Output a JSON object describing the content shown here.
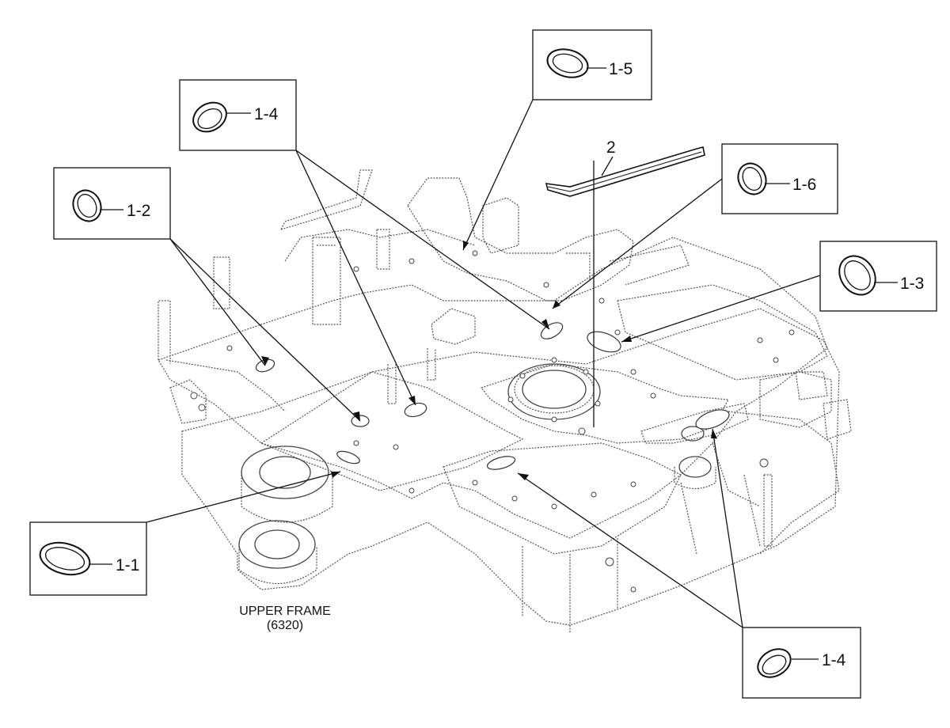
{
  "diagram": {
    "caption_line1": "UPPER FRAME",
    "caption_line2": "(6320)",
    "callouts": [
      {
        "id": "c-1-1",
        "label": "1-1"
      },
      {
        "id": "c-1-2",
        "label": "1-2"
      },
      {
        "id": "c-1-3",
        "label": "1-3"
      },
      {
        "id": "c-1-4-top",
        "label": "1-4"
      },
      {
        "id": "c-1-4-bottom",
        "label": "1-4"
      },
      {
        "id": "c-1-5",
        "label": "1-5"
      },
      {
        "id": "c-1-6",
        "label": "1-6"
      },
      {
        "id": "c-2",
        "label": "2"
      }
    ],
    "icons": {
      "grommet": "grommet-icon",
      "seal_strip": "seal-strip-icon"
    }
  }
}
